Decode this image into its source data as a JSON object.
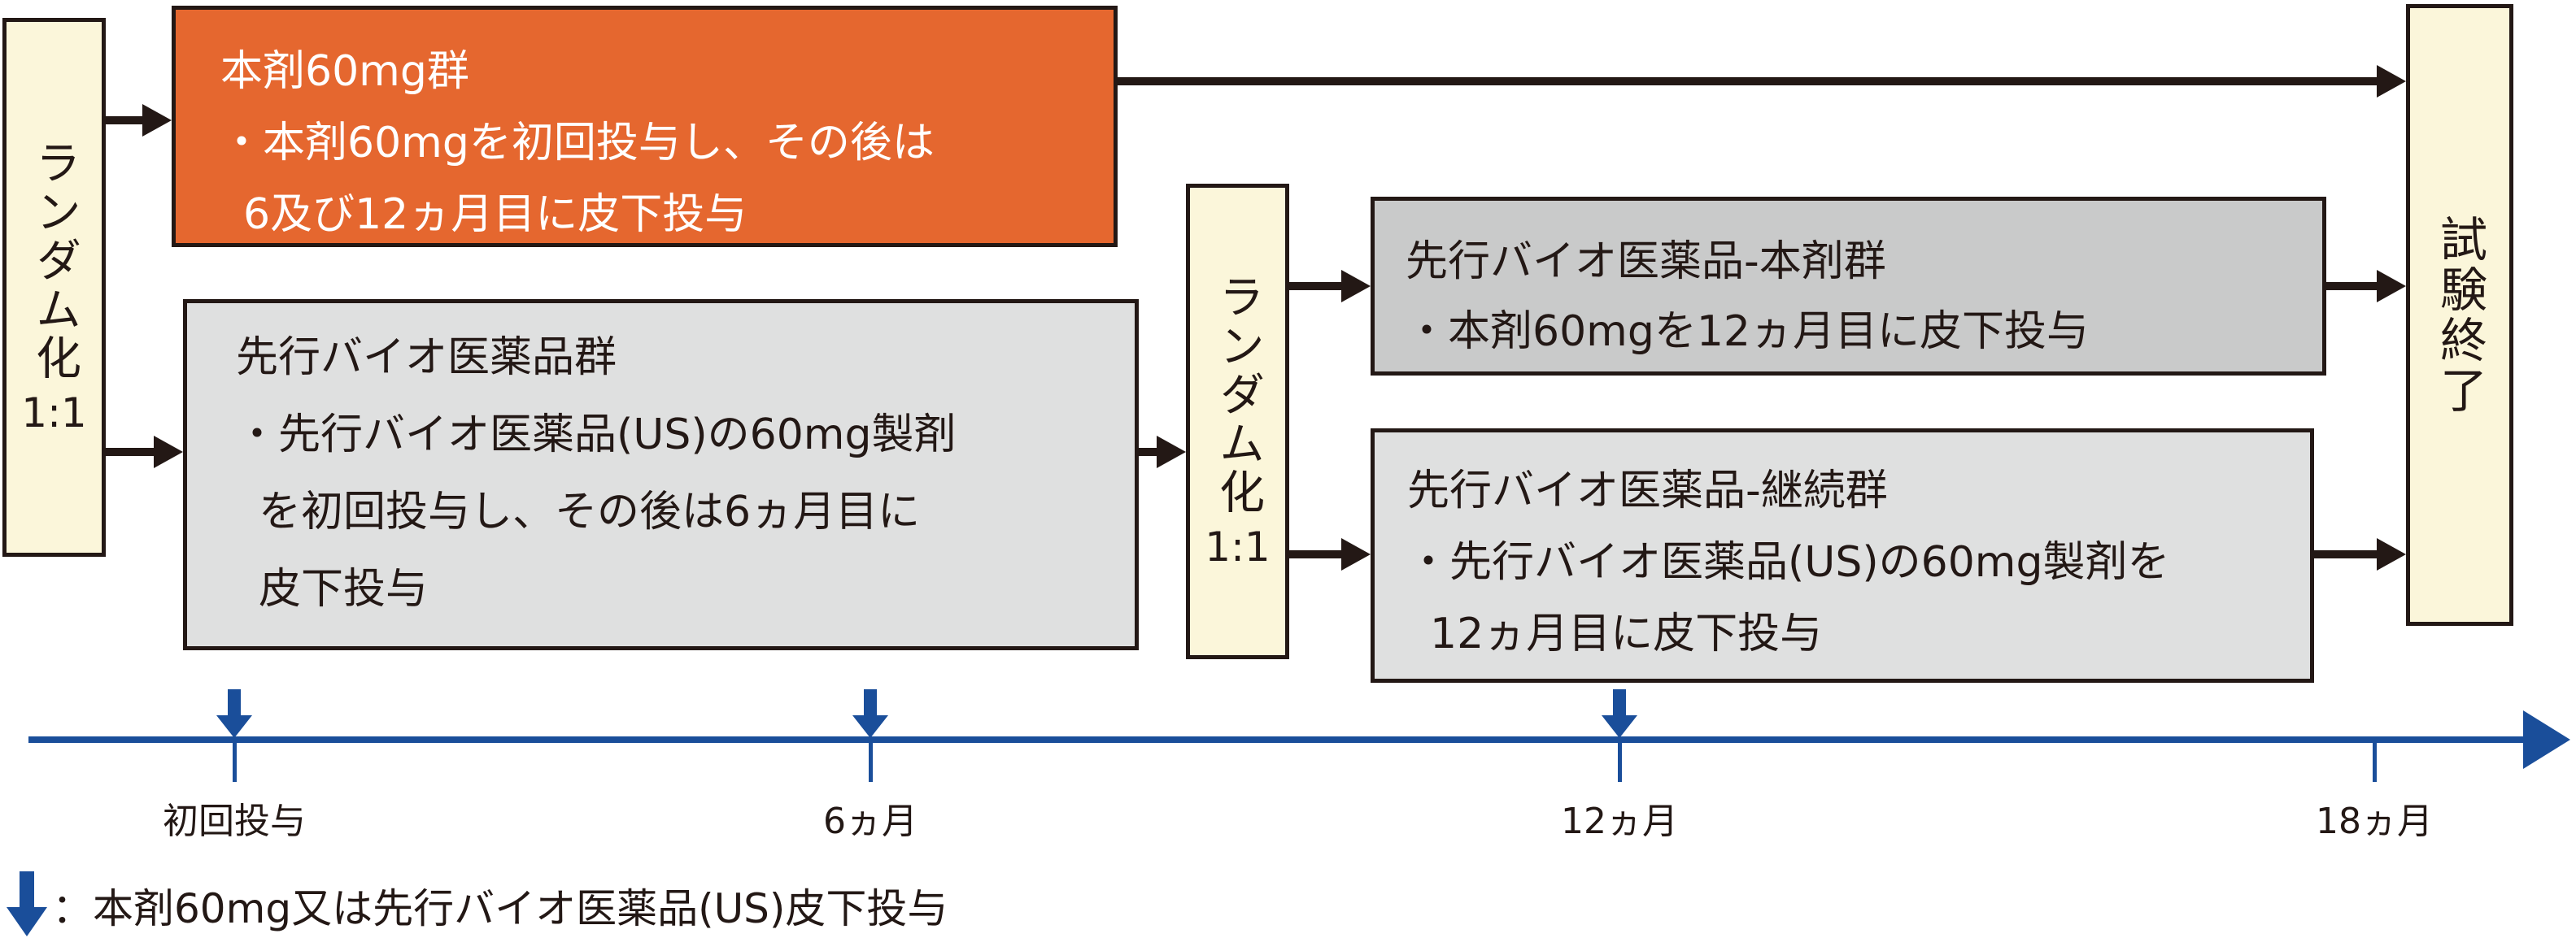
{
  "colors": {
    "ink": "#231815",
    "orange": "#e5672f",
    "cream": "#fbf6da",
    "gray_dark": "#c9caca",
    "gray_light": "#dfe0e0",
    "blue": "#1a4e9a"
  },
  "diagram": {
    "randomization1": {
      "label": "ランダム化",
      "ratio": "1:1"
    },
    "randomization2": {
      "label": "ランダム化",
      "ratio": "1:1"
    },
    "study_end": {
      "label": "試験終了"
    },
    "arm_a": {
      "title": "本剤60mg群",
      "line2": "・本剤60mgを初回投与し、その後は",
      "line3": "6及び12ヵ月目に皮下投与"
    },
    "arm_b": {
      "title": "先行バイオ医薬品群",
      "line2": "・先行バイオ医薬品(US)の60mg製剤",
      "line3": "を初回投与し、その後は6ヵ月目に",
      "line4": "皮下投与"
    },
    "arm_b_switch": {
      "title": "先行バイオ医薬品-本剤群",
      "line2": "・本剤60mgを12ヵ月目に皮下投与"
    },
    "arm_b_cont": {
      "title": "先行バイオ医薬品-継続群",
      "line2": "・先行バイオ医薬品(US)の60mg製剤を",
      "line3": "12ヵ月目に皮下投与"
    },
    "timeline": {
      "labels": [
        "初回投与",
        "6ヵ月",
        "12ヵ月",
        "18ヵ月"
      ]
    },
    "legend": {
      "text": "：本剤60mg又は先行バイオ医薬品(US)皮下投与"
    }
  }
}
